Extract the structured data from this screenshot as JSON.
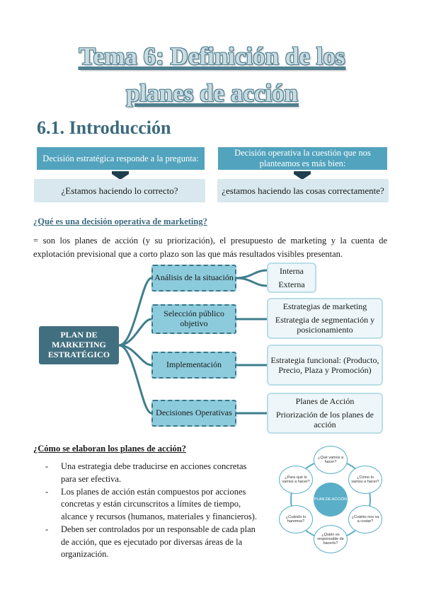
{
  "title": {
    "line1": "Tema 6: Definición de los",
    "line2": "planes de acción"
  },
  "section": {
    "heading": "6.1. Introducción"
  },
  "decisions": {
    "strategic_label": "Decisión estratégica responde a la pregunta:",
    "strategic_answer": "¿Estamos haciendo lo correcto?",
    "operative_label": "Decisión operativa la cuestión que nos planteamos es más bien:",
    "operative_answer": "¿estamos haciendo las cosas correctamente?"
  },
  "question1": "¿Qué es una decisión operativa de marketing?",
  "paragraph1": "= son los planes de acción (y su priorización), el presupuesto de marketing y la cuenta de explotación previsional que a corto plazo son las que más resultados visibles presentan.",
  "diagram": {
    "root": "PLAN DE MARKETING ESTRATÉGICO",
    "categories": [
      {
        "label": "Análisis de la situación",
        "items": [
          "Interna",
          "Externa"
        ]
      },
      {
        "label": "Selección público objetivo",
        "items": [
          "Estrategias de marketing",
          "Estrategia de segmentación y posicionamiento"
        ]
      },
      {
        "label": "Implementación",
        "items": [
          "Estrategia funcional: (Producto, Precio, Plaza y Promoción)"
        ]
      },
      {
        "label": "Decisiones Operativas",
        "items": [
          "Planes de Acción",
          "Priorización de los planes de acción"
        ]
      }
    ]
  },
  "question2": "¿Cómo se elaboran los planes de acción?",
  "bullets": [
    "Una estrategia debe traducirse en acciones concretas para ser efectiva.",
    "Los planes de acción están compuestos por acciones concretas y están circunscritos a límites de tiempo, alcance y recursos (humanos, materiales y financieros).",
    "Deben ser controlados por un responsable de cada plan de acción, que es ejecutado por diversas áreas de la organización."
  ],
  "bullet_marker": "-",
  "cycle": {
    "center": "PLAN DE ACCIÓN",
    "nodes": [
      "¿Qué vamos a hacer?",
      "¿Cómo lo vamos a hacer?",
      "¿Cuánto nos va a costar?",
      "¿Quién es responsable de hacerlo?",
      "¿Cuándo lo haremos?",
      "¿Para qué lo vamos a hacer?"
    ]
  },
  "colors": {
    "accent": "#52a3bd",
    "dark": "#426f80",
    "light": "#d8e8ee"
  }
}
